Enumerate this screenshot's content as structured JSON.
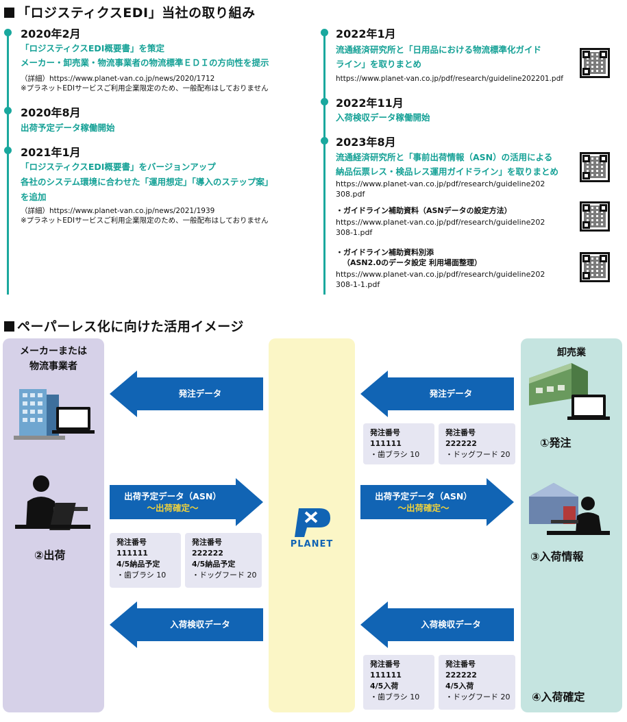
{
  "section1": {
    "title": "「ロジスティクスEDI」当社の取り組み"
  },
  "timeline_left": [
    {
      "date": "2020年2月",
      "lines": [
        "「ロジスティクスEDI概要書」を策定",
        "メーカー・卸売業・物流事業者の物流標準ＥＤＩの方向性を提示"
      ],
      "url": "（詳細）https://www.planet-van.co.jp/news/2020/1712",
      "note": "※プラネットEDIサービスご利用企業限定のため、一般配布はしておりません"
    },
    {
      "date": "2020年8月",
      "lines": [
        "出荷予定データ稼働開始"
      ]
    },
    {
      "date": "2021年1月",
      "lines": [
        "「ロジスティクスEDI概要書」をバージョンアップ",
        "各社のシステム環境に合わせた「運用想定」「導入のステップ案」",
        "を追加"
      ],
      "url": "（詳細）https://www.planet-van.co.jp/news/2021/1939",
      "note": "※プラネットEDIサービスご利用企業限定のため、一般配布はしておりません"
    }
  ],
  "timeline_right": [
    {
      "date": "2022年1月",
      "lines": [
        "流通経済研究所と「日用品における物流標準化ガイド",
        "ライン」を取りまとめ"
      ],
      "url": "https://www.planet-van.co.jp/pdf/research/guideline202201.pdf"
    },
    {
      "date": "2022年11月",
      "lines": [
        "入荷検収データ稼働開始"
      ]
    },
    {
      "date": "2023年8月",
      "lines": [
        "流通経済研究所と「事前出荷情報（ASN）の活用による",
        "納品伝票レス・検品レス運用ガイドライン」を取りまとめ"
      ],
      "url_lines": [
        "https://www.planet-van.co.jp/pdf/research/guideline202",
        "308.pdf"
      ],
      "sub": [
        {
          "title_lines": [
            "・ガイドライン補助資料（ASNデータの設定方法）"
          ],
          "url_lines": [
            "https://www.planet-van.co.jp/pdf/research/guideline202",
            "308-1.pdf"
          ]
        },
        {
          "title_lines": [
            "・ガイドライン補助資料別添",
            "（ASN2.0のデータ設定 利用場面整理）"
          ],
          "url_lines": [
            "https://www.planet-van.co.jp/pdf/research/guideline202",
            "308-1-1.pdf"
          ]
        }
      ]
    }
  ],
  "section2": {
    "title": "ペーパーレス化に向けた活用イメージ"
  },
  "diagram": {
    "left_role": [
      "メーカーまたは",
      "物流事業者"
    ],
    "right_role": "卸売業",
    "center_logo": "PLANET",
    "stages": {
      "order": "①発注",
      "ship": "②出荷",
      "receive_info": "③入荷情報",
      "receive_confirm": "④入荷確定"
    },
    "arrows": {
      "order_left": "発注データ",
      "order_right": "発注データ",
      "asn_left": [
        "出荷予定データ（ASN）",
        "～出荷確定～"
      ],
      "asn_right": [
        "出荷予定データ（ASN）",
        "～出荷確定～"
      ],
      "inspect_left": "入荷検収データ",
      "inspect_right": "入荷検収データ"
    },
    "cards_order": [
      {
        "lines": [
          "発注番号",
          "111111",
          "・歯ブラシ 10"
        ]
      },
      {
        "lines": [
          "発注番号",
          "222222",
          "・ドッグフード 20"
        ]
      }
    ],
    "cards_asn": [
      {
        "lines": [
          "発注番号",
          "111111",
          "4/5納品予定",
          "・歯ブラシ 10"
        ]
      },
      {
        "lines": [
          "発注番号",
          "222222",
          "4/5納品予定",
          "・ドッグフード 20"
        ]
      }
    ],
    "cards_inspect": [
      {
        "lines": [
          "発注番号",
          "111111",
          "4/5入荷",
          "・歯ブラシ 10"
        ]
      },
      {
        "lines": [
          "発注番号",
          "222222",
          "4/5入荷",
          "・ドッグフード 20"
        ]
      }
    ]
  },
  "colors": {
    "teal": "#1aa89e",
    "arrow_blue": "#1164b4",
    "left_panel": "#d6d1e8",
    "center_panel": "#fbf6c6",
    "right_panel": "#c5e4e0",
    "yellow_text": "#f0d23c"
  }
}
